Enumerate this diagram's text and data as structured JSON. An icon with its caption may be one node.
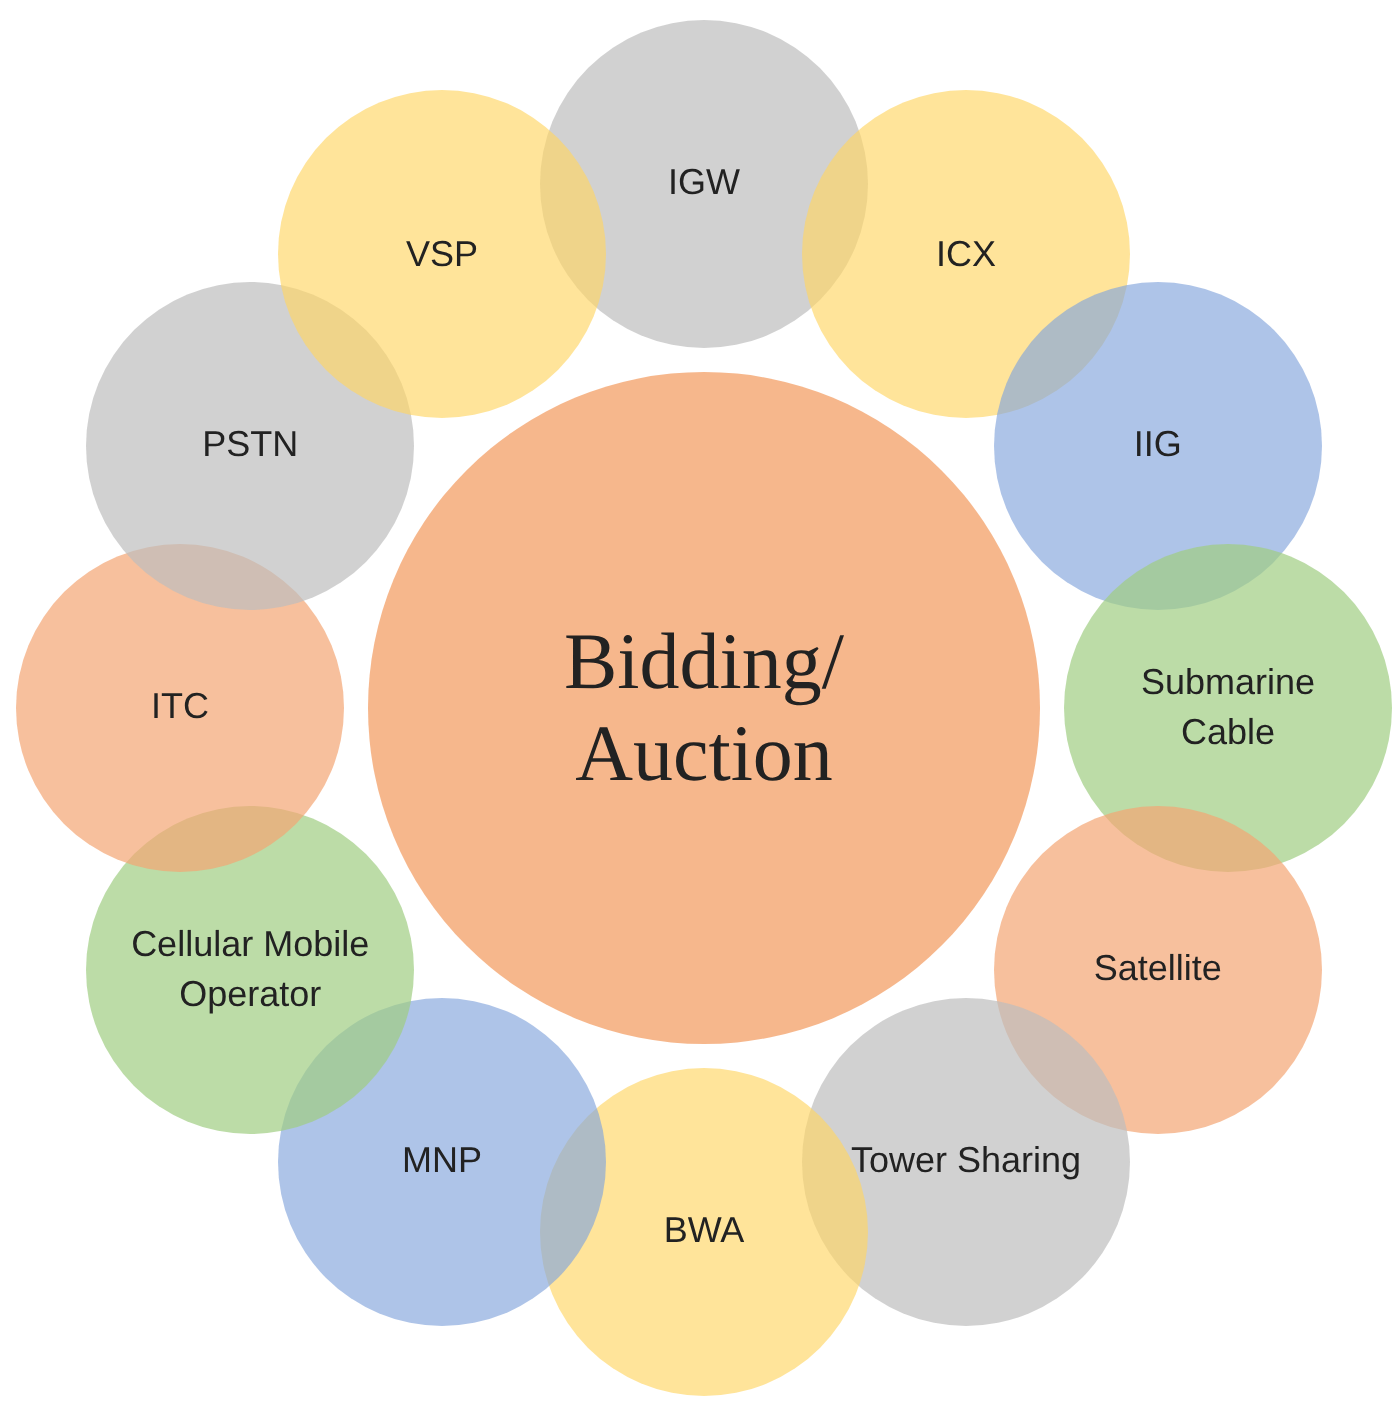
{
  "diagram": {
    "nodes": [
      {
        "text": [
          "Bidding/ Auction"
        ]
      },
      {
        "text": [
          "IGW"
        ]
      },
      {
        "text": [
          "ICX"
        ]
      },
      {
        "text": [
          "IIG"
        ]
      },
      {
        "text": [
          "Submarine Cable"
        ]
      },
      {
        "text": [
          "Satellite"
        ]
      },
      {
        "text": [
          "Tower Sharing"
        ]
      },
      {
        "text": [
          "BWA"
        ]
      },
      {
        "text": [
          "MNP"
        ]
      },
      {
        "text": [
          "Cellular Mobile Operator"
        ]
      },
      {
        "text": [
          "ITC"
        ]
      },
      {
        "text": [
          "PSTN"
        ]
      },
      {
        "text": [
          "VSP"
        ]
      }
    ]
  }
}
